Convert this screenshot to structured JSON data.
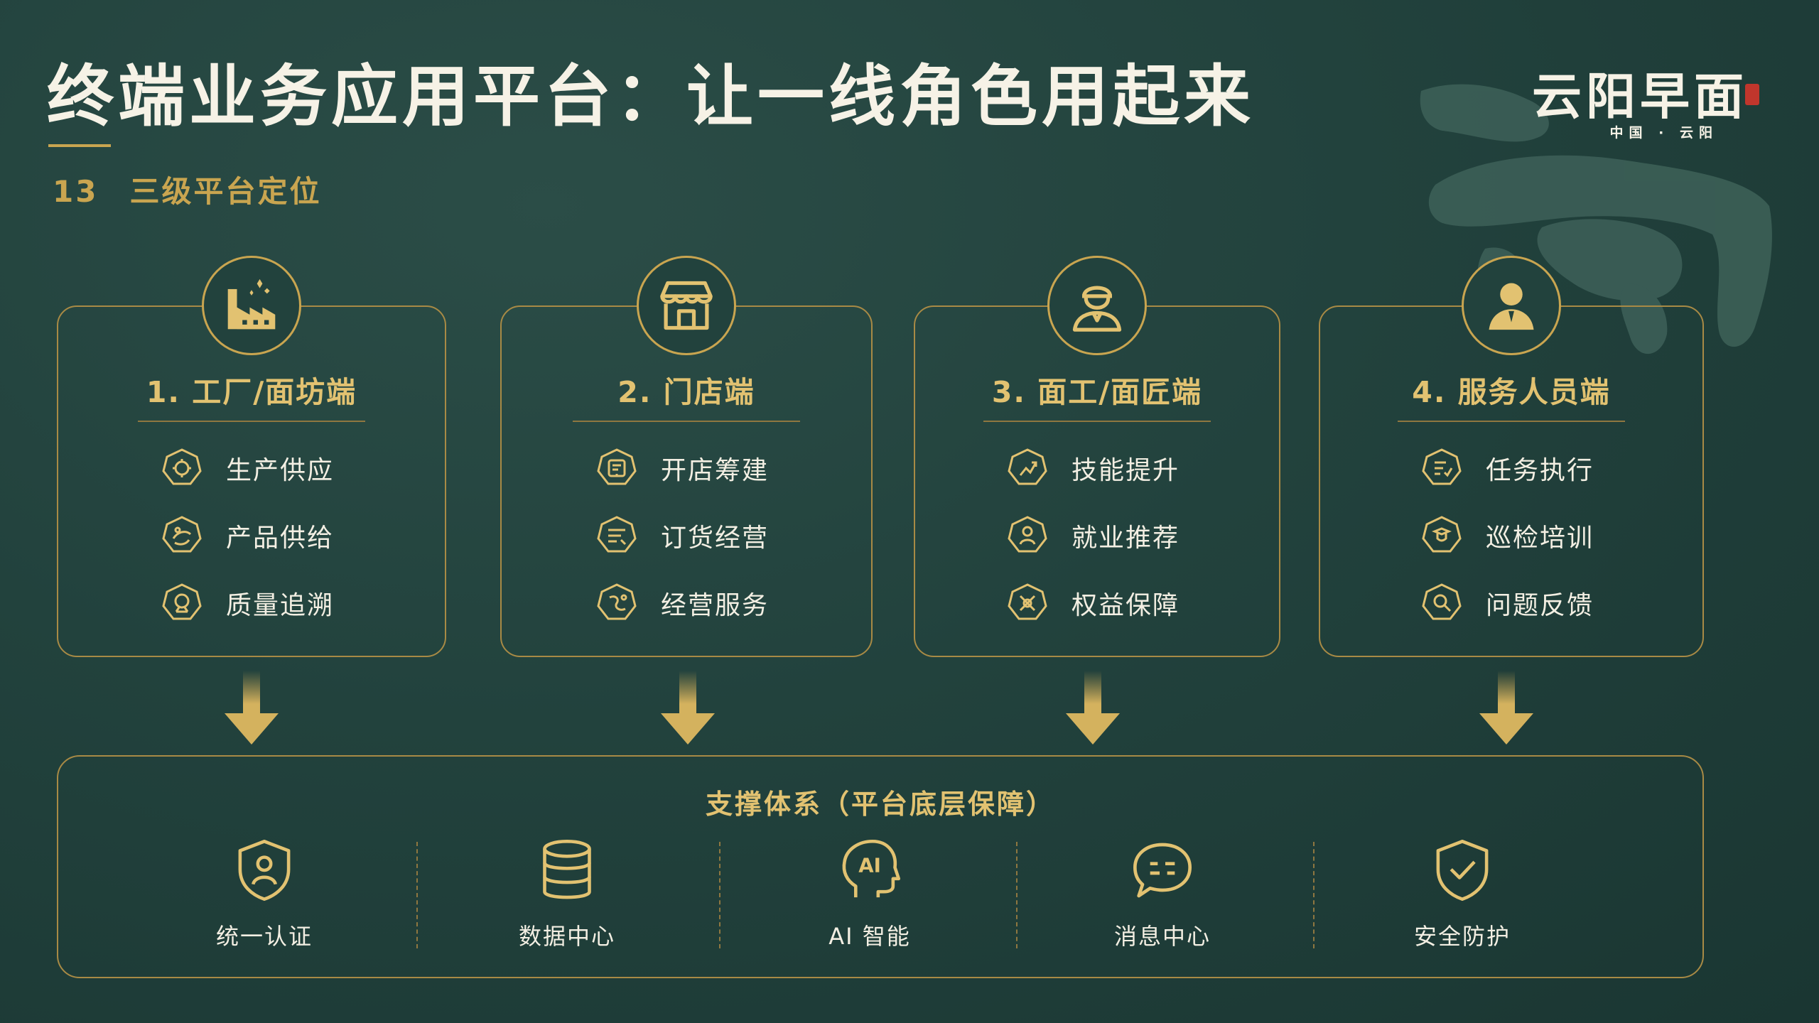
{
  "header": {
    "title": "终端业务应用平台：让一线角色用起来",
    "section_number": "13",
    "section_title": "三级平台定位"
  },
  "logo": {
    "name": "云阳早面",
    "sub": "中国 · 云阳"
  },
  "cards": [
    {
      "title": "1. 工厂/面坊端",
      "icon": "factory-icon",
      "items": [
        {
          "label": "生产供应",
          "icon": "production-supply-icon"
        },
        {
          "label": "产品供给",
          "icon": "product-supply-icon"
        },
        {
          "label": "质量追溯",
          "icon": "quality-trace-icon"
        }
      ]
    },
    {
      "title": "2. 门店端",
      "icon": "store-icon",
      "items": [
        {
          "label": "开店筹建",
          "icon": "store-setup-icon"
        },
        {
          "label": "订货经营",
          "icon": "ordering-icon"
        },
        {
          "label": "经营服务",
          "icon": "operation-service-icon"
        }
      ]
    },
    {
      "title": "3. 面工/面匠端",
      "icon": "worker-icon",
      "items": [
        {
          "label": "技能提升",
          "icon": "skill-up-icon"
        },
        {
          "label": "就业推荐",
          "icon": "job-recommend-icon"
        },
        {
          "label": "权益保障",
          "icon": "rights-protection-icon"
        }
      ]
    },
    {
      "title": "4. 服务人员端",
      "icon": "service-staff-icon",
      "items": [
        {
          "label": "任务执行",
          "icon": "task-execute-icon"
        },
        {
          "label": "巡检培训",
          "icon": "inspection-training-icon"
        },
        {
          "label": "问题反馈",
          "icon": "feedback-icon"
        }
      ]
    }
  ],
  "support": {
    "title": "支撑体系（平台底层保障）",
    "items": [
      {
        "label": "统一认证",
        "icon": "user-shield-icon"
      },
      {
        "label": "数据中心",
        "icon": "database-icon"
      },
      {
        "label": "AI 智能",
        "icon": "ai-head-icon",
        "glyph": "AI"
      },
      {
        "label": "消息中心",
        "icon": "chat-bubble-icon"
      },
      {
        "label": "安全防护",
        "icon": "shield-check-icon"
      }
    ]
  },
  "colors": {
    "background": "#22423d",
    "gold": "#c9a550",
    "gold_light": "#e2c271",
    "text_light": "#f3efe3",
    "seal_red": "#c0362c"
  }
}
